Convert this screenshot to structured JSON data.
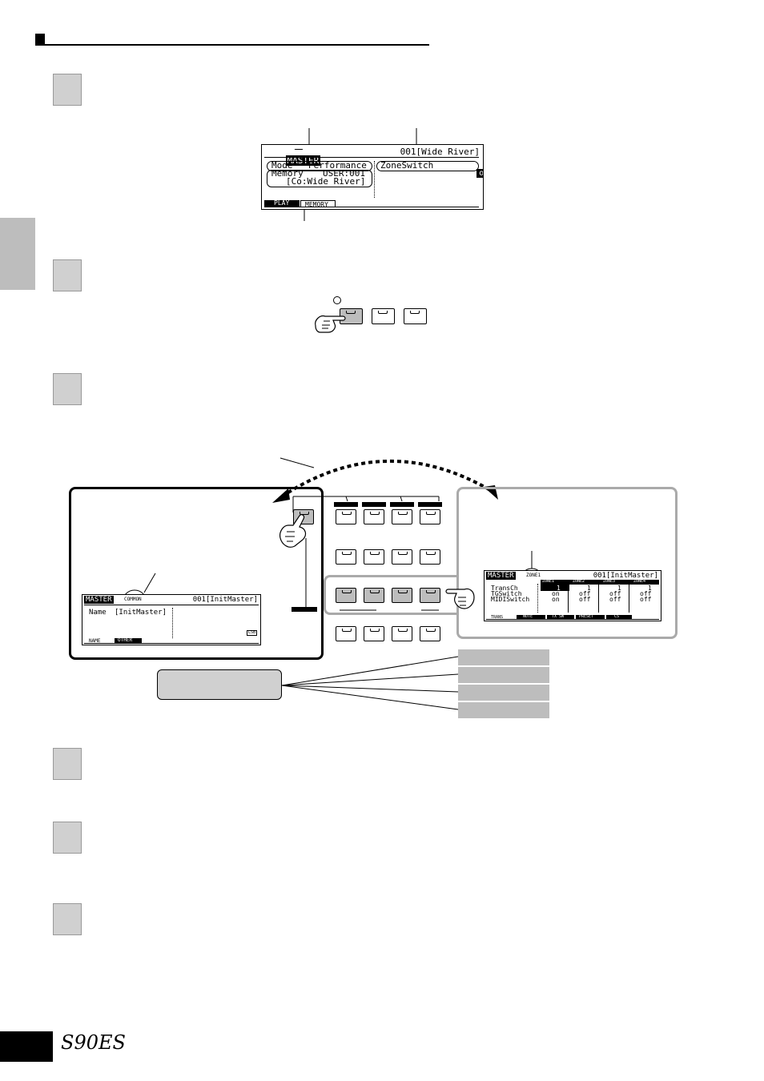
{
  "lcd1": {
    "title": "MASTER",
    "header_right": "001[Wide River]",
    "mode_label": "Mode",
    "mode_value": "Performance",
    "memory_label": "Memory",
    "memory_value": "USER:001",
    "memory_name": "[Co:Wide River]",
    "zone_switch_label": "ZoneSwitch",
    "zone_switch_value": "on",
    "tabs": [
      "PLAY",
      "MEMORY"
    ]
  },
  "lcd2": {
    "title": "MASTER",
    "common_tag": "COMMON",
    "header_right": "001[InitMaster]",
    "name_label": "Name",
    "name_value": "[InitMaster]",
    "indicator": "LSB",
    "tabs": [
      "NAME",
      "OTHER"
    ]
  },
  "lcd3": {
    "title": "MASTER",
    "zone_tag": "ZONE1",
    "header_right": "001[InitMaster]",
    "zone_headers": [
      "ZONE1",
      "ZONE2",
      "ZONE3",
      "ZONE4"
    ],
    "rows": [
      {
        "label": "TransCh",
        "values": [
          "1",
          "1",
          "1",
          "1"
        ]
      },
      {
        "label": "TGSwitch",
        "values": [
          "on",
          "off",
          "off",
          "off"
        ]
      },
      {
        "label": "MIDISwitch",
        "values": [
          "on",
          "off",
          "off",
          "off"
        ]
      }
    ],
    "tabs": [
      "TRANS",
      "NOTE",
      "TX SW",
      "PRESET",
      "CS"
    ]
  },
  "logo_text": "S90ES"
}
